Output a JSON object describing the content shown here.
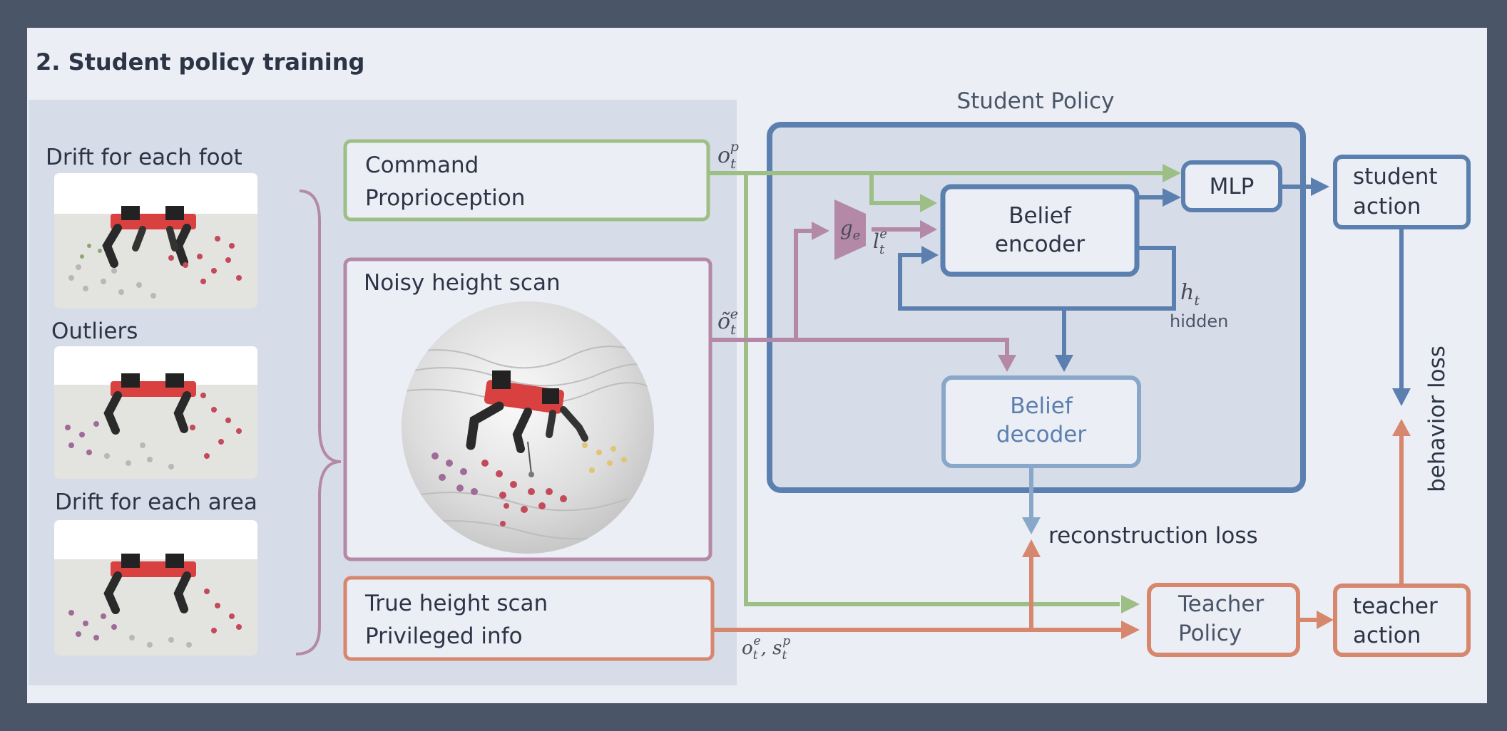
{
  "title": "2. Student policy training",
  "noise_types": [
    {
      "label": "Drift for each foot"
    },
    {
      "label": "Outliers"
    },
    {
      "label": "Drift for each area"
    }
  ],
  "inputs": {
    "command_line1": "Command",
    "command_line2": "Proprioception",
    "noisy_label": "Noisy height scan",
    "true_line1": "True height scan",
    "true_line2": "Privileged info"
  },
  "math": {
    "o_base": "o",
    "o_sub": "t",
    "o_sup": "p",
    "otilde_base": "õ",
    "otilde_sub": "t",
    "otilde_sup": "e",
    "ge_base": "g",
    "ge_sub": "e",
    "l_base": "l",
    "l_sub": "t",
    "l_sup": "e",
    "h_base": "h",
    "h_sub": "t",
    "priv_o": "o",
    "priv_o_sub": "t",
    "priv_o_sup": "e",
    "priv_sep": ", ",
    "priv_s": "s",
    "priv_s_sub": "t",
    "priv_s_sup": "p"
  },
  "student_policy": {
    "title": "Student Policy",
    "mlp": "MLP",
    "encoder_line1": "Belief",
    "encoder_line2": "encoder",
    "decoder_line1": "Belief",
    "decoder_line2": "decoder",
    "hidden": "hidden"
  },
  "outputs": {
    "student_line1": "student",
    "student_line2": "action",
    "teacher_line1": "teacher",
    "teacher_line2": "action",
    "teacher_policy_line1": "Teacher",
    "teacher_policy_line2": "Policy"
  },
  "losses": {
    "reconstruction": "reconstruction loss",
    "behavior": "behavior loss"
  },
  "colors": {
    "outer_bg": "#4a5568",
    "canvas_bg": "#ebeef5",
    "panel_bg": "#d7dde8",
    "green": "#9dbf86",
    "purple": "#b489a8",
    "orange": "#d6876d",
    "blue_dark": "#5b7fae",
    "blue_light": "#88a7c9",
    "text": "#2d3446"
  }
}
